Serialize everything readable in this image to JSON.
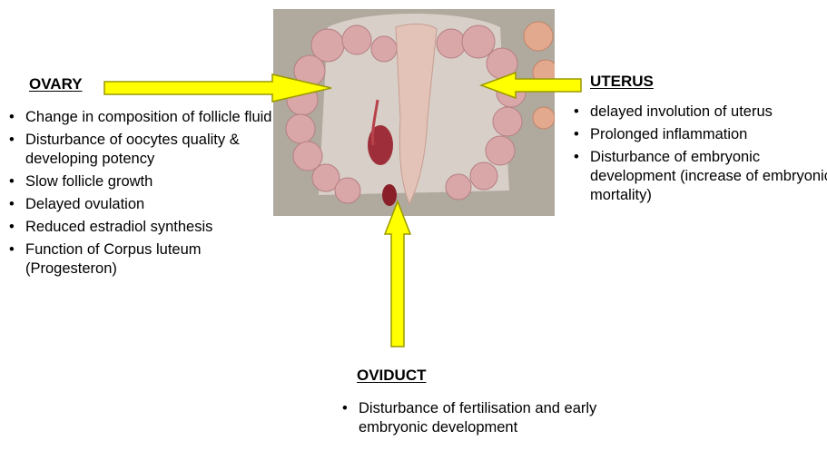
{
  "ovary": {
    "heading": "OVARY",
    "items": [
      "Change in composition of follicle fluid",
      "Disturbance of oocytes quality & developing potency",
      "Slow follicle growth",
      "Delayed ovulation",
      "Reduced estradiol synthesis",
      "Function of Corpus luteum (Progesteron)"
    ]
  },
  "uterus": {
    "heading": "UTERUS",
    "items": [
      "delayed involution of uterus",
      "Prolonged inflammation",
      "Disturbance of embryonic development (increase of embryonic mortality)"
    ]
  },
  "oviduct": {
    "heading": "OVIDUCT",
    "items": [
      "Disturbance of fertilisation and early embryonic development"
    ]
  },
  "colors": {
    "arrow_fill": "#ffff00",
    "arrow_stroke": "#9a9a00",
    "background": "#ffffff",
    "text": "#000000"
  }
}
